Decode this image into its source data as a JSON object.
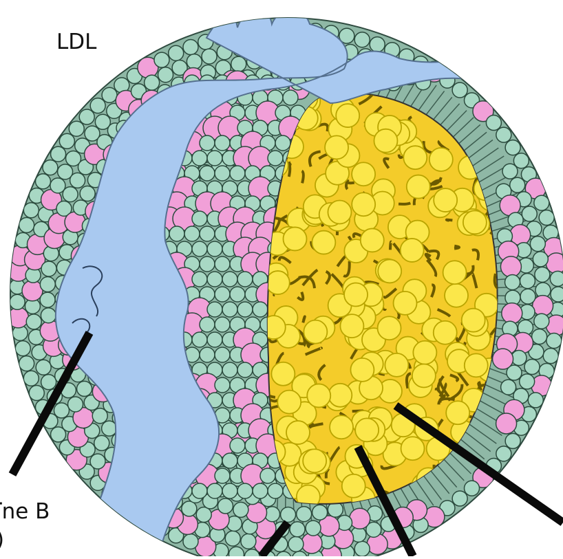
{
  "diagram": {
    "title": "LDL",
    "labels": {
      "apolipoprotein_line1": "ïne B",
      "apolipoprotein_line2": ")"
    },
    "colors": {
      "protein": "#a9c9f0",
      "phospholipid_head": "#a8d8c4",
      "cholesterol_head": "#f1a0d8",
      "core_ester": "#fbe74a",
      "core_outline": "#b9a400",
      "tail_fill": "#b9dccb",
      "leader_line": "#0a0a0a"
    },
    "icons": [
      "ldl-particle",
      "apolipoprotein-b-ribbon",
      "phospholipid-shell",
      "cholesteryl-ester-core"
    ]
  }
}
